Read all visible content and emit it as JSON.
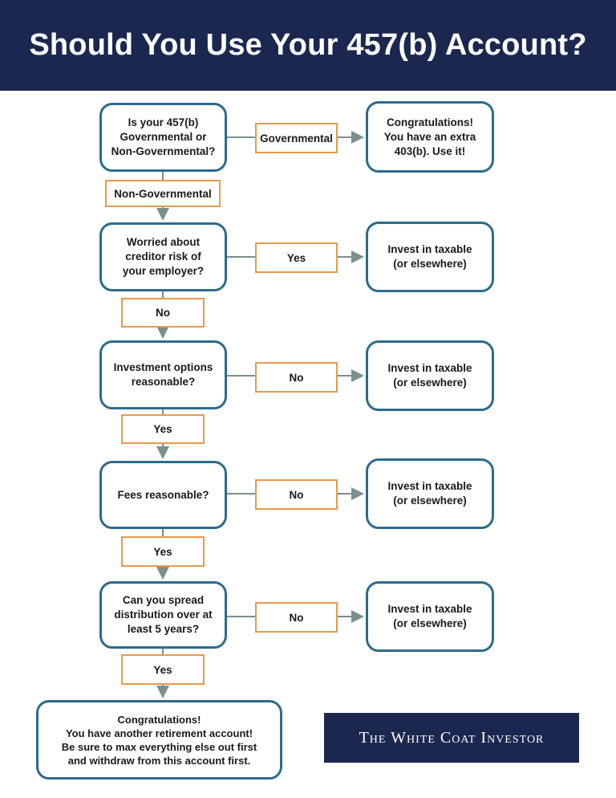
{
  "title": "Should You Use Your 457(b) Account?",
  "brand": "The White Coat Investor",
  "colors": {
    "navy": "#1c2750",
    "teal": "#2d6b8c",
    "orange": "#e89a49",
    "arrow": "#7c8f8f"
  },
  "nodes": {
    "q1": "Is your 457(b)\nGovernmental or\nNon-Governmental?",
    "r1": "Congratulations!\nYou have an extra\n403(b). Use it!",
    "q2": "Worried about\ncreditor risk of\nyour employer?",
    "r2": "Invest in taxable\n(or elsewhere)",
    "q3": "Investment options\nreasonable?",
    "r3": "Invest in taxable\n(or elsewhere)",
    "q4": "Fees reasonable?",
    "r4": "Invest in taxable\n(or elsewhere)",
    "q5": "Can you spread\ndistribution over at\nleast 5 years?",
    "r5": "Invest in taxable\n(or elsewhere)",
    "final": "Congratulations!\nYou have another retirement account!\nBe sure to max everything else out first\nand withdraw from this account first."
  },
  "labels": {
    "l1_right": "Governmental",
    "l1_down": "Non-Governmental",
    "l2_right": "Yes",
    "l2_down": "No",
    "l3_right": "No",
    "l3_down": "Yes",
    "l4_right": "No",
    "l4_down": "Yes",
    "l5_right": "No",
    "l5_down": "Yes"
  }
}
